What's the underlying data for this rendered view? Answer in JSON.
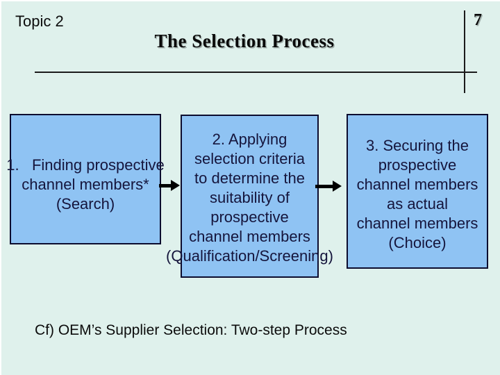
{
  "header": {
    "topic": "Topic 2",
    "title": "The Selection Process",
    "page_number": "7"
  },
  "boxes": [
    {
      "name": "step-1-search",
      "lines": [
        "1.   Finding prospective",
        "channel members*",
        "(Search)"
      ]
    },
    {
      "name": "step-2-qualification",
      "lines": [
        "2. Applying",
        "selection criteria",
        "to determine the",
        "suitability of",
        "prospective",
        "channel members",
        "(Qualification/Screening)"
      ]
    },
    {
      "name": "step-3-choice",
      "lines": [
        "3. Securing the",
        "prospective",
        "channel members",
        "as actual",
        "channel members",
        "(Choice)"
      ]
    }
  ],
  "diagram": {
    "arrow_icon": "black-right-arrow",
    "flow": "step-1-search -> step-2-qualification -> step-3-choice"
  },
  "footer": {
    "note": "Cf) OEM’s Supplier Selection: Two-step Process"
  },
  "colors": {
    "slide_background": "#dff1ec",
    "box_fill": "#8fc3f3",
    "box_border": "#0c0c2e",
    "box_text": "#15153c",
    "rule_line": "#1a1a1a",
    "arrow": "#000000",
    "heading_text": "#0a0a0a"
  }
}
